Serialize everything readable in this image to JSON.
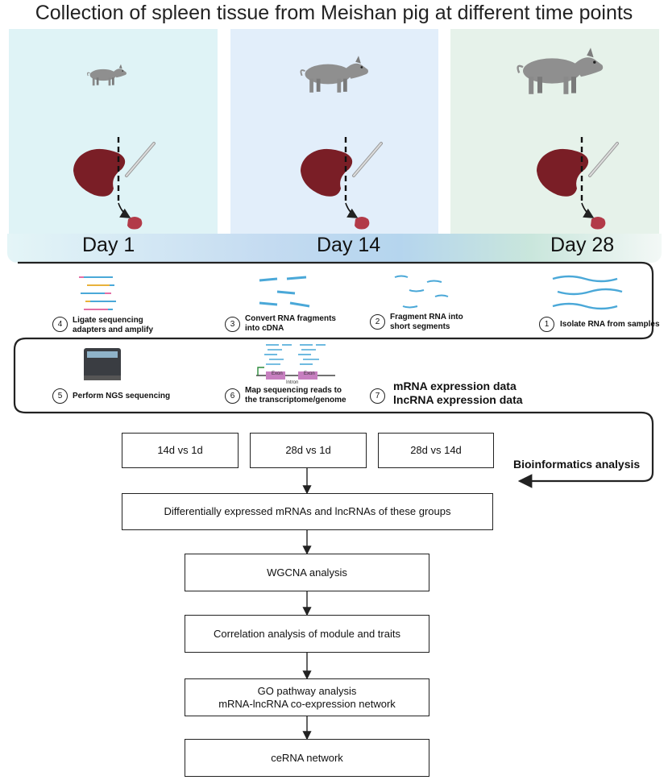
{
  "title": "Collection of  spleen tissue from Meishan pig at  different time points",
  "timeline": {
    "days": [
      "Day 1",
      "Day 14",
      "Day 28"
    ]
  },
  "steps": [
    {
      "num": "1",
      "label": "Isolate RNA from samples"
    },
    {
      "num": "2",
      "label_line1": "Fragment RNA into",
      "label_line2": "short segments"
    },
    {
      "num": "3",
      "label_line1": "Convert RNA fragments",
      "label_line2": "into cDNA"
    },
    {
      "num": "4",
      "label_line1": "Ligate sequencing",
      "label_line2": "adapters and amplify"
    },
    {
      "num": "5",
      "label": "Perform NGS sequencing"
    },
    {
      "num": "6",
      "label_line1": "Map sequencing reads to",
      "label_line2": "the transcriptome/genome",
      "exon_label": "Exon",
      "intron_label": "Intron"
    },
    {
      "num": "7",
      "label_line1": "mRNA expression data",
      "label_line2": "lncRNA expression data"
    }
  ],
  "bioinformatics_label": "Bioinformatics analysis",
  "comparisons": [
    "14d vs 1d",
    "28d vs 1d",
    "28d vs 14d"
  ],
  "pipeline": {
    "deg": "Differentially expressed mRNAs and lncRNAs of these groups",
    "wgcna": "WGCNA analysis",
    "correlation": "Correlation analysis of module and traits",
    "go_line1": "GO  pathway analysis",
    "go_line2": "mRNA-lncRNA co-expression network",
    "cerna": "ceRNA network"
  },
  "colors": {
    "spleen": "#7a1e26",
    "pig": "#8f8f8f",
    "rna": "#4aa8d8",
    "exon": "#c77fc0"
  }
}
